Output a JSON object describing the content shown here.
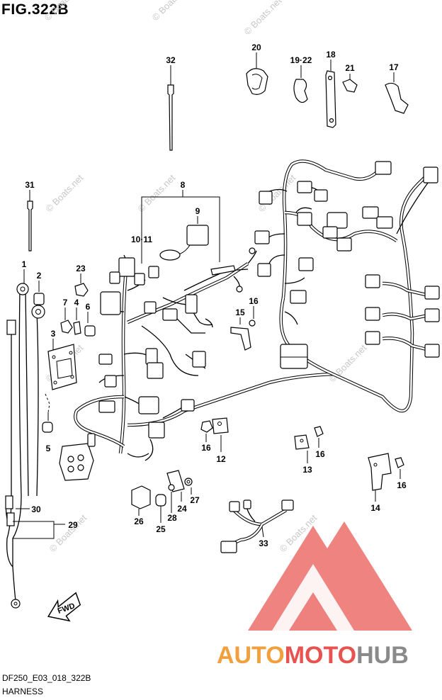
{
  "header": {
    "title": "FIG.322B"
  },
  "footer": {
    "code": "DF250_E03_018_322B",
    "name": "HARNESS"
  },
  "callouts": {
    "c1": "1",
    "c2": "2",
    "c3": "3",
    "c4": "4",
    "c5": "5",
    "c6": "6",
    "c7": "7",
    "c8": "8",
    "c9": "9",
    "c10_11": "10·11",
    "c12": "12",
    "c13": "13",
    "c14": "14",
    "c15": "15",
    "c16a": "16",
    "c16b": "16",
    "c16c": "16",
    "c16d": "16",
    "c17": "17",
    "c18": "18",
    "c19_22": "19·22",
    "c20": "20",
    "c21": "21",
    "c23": "23",
    "c24": "24",
    "c25": "25",
    "c26": "26",
    "c27": "27",
    "c28": "28",
    "c29": "29",
    "c30": "30",
    "c31": "31",
    "c32": "32",
    "c33": "33"
  },
  "fwd_label": "FWD",
  "watermark": {
    "text": "© Boats.net"
  },
  "logo": {
    "part1": "AUTO",
    "part2": "MOTO",
    "part3": "HUB",
    "color_red": "#e8534f",
    "color_orange": "#f2a03d",
    "color_gray": "#8a8a8a"
  }
}
